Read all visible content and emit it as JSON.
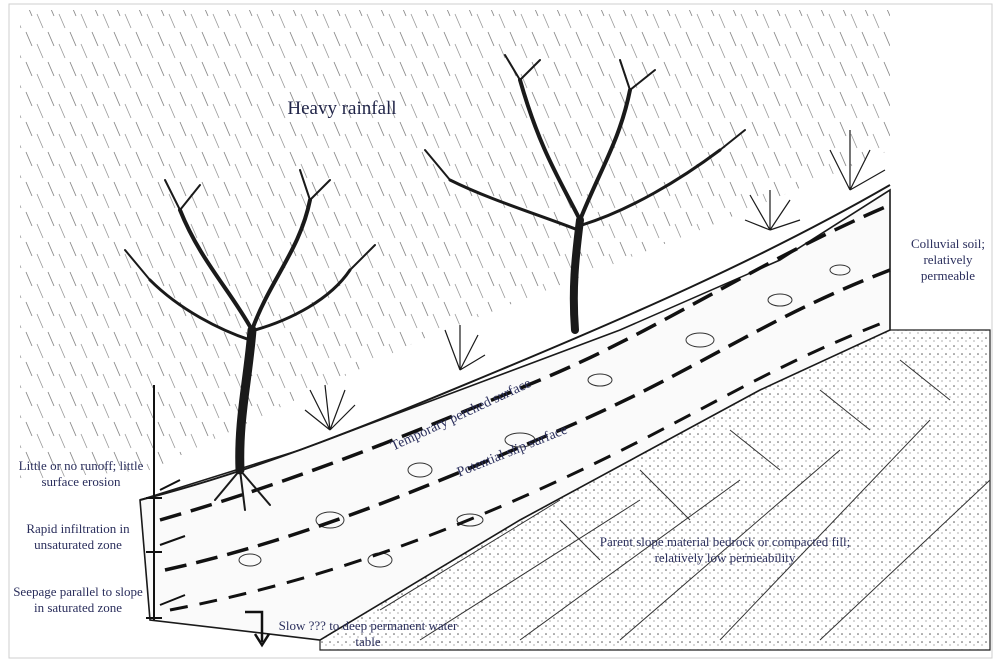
{
  "labels": {
    "heavy_rainfall": "Heavy rainfall",
    "colluvial_soil": "Colluvial soil; relatively permeable",
    "temporary_perched": "Temporary perched surface",
    "potential_slip": "Potential slip surface",
    "little_runoff": "Little or no runoff; little surface erosion",
    "rapid_infiltration": "Rapid infiltration in unsaturated zone",
    "seepage_parallel": "Seepage parallel to slope in saturated zone",
    "slow_percolation": "Slow ??? to deep permanent water table",
    "parent_slope": "Parent slope material bedrock or compacted fill; relatively low permeability"
  },
  "colors": {
    "ink": "#1a1a1a",
    "label": "#2a2e5c",
    "rain": "#8a8a8a"
  }
}
